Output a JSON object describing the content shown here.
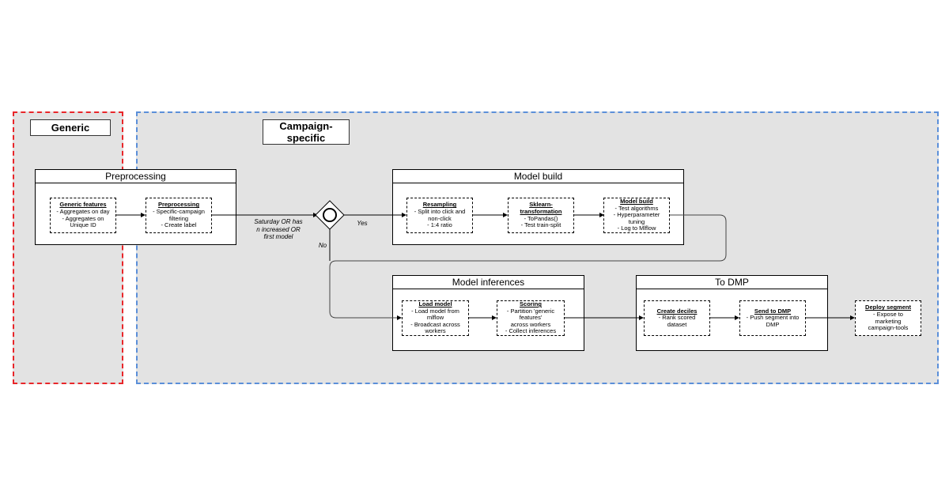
{
  "regions": {
    "generic_label": "Generic",
    "campaign_label": "Campaign-\nspecific"
  },
  "groups": {
    "preprocessing": "Preprocessing",
    "model_build": "Model build",
    "model_inferences": "Model inferences",
    "to_dmp": "To DMP"
  },
  "tasks": {
    "generic_features": {
      "title": "Generic features",
      "body": "- Aggregates on day\n- Aggregates on\nUnique ID"
    },
    "preprocessing": {
      "title": "Preprocessing",
      "body": "- Specific-campaign\nfiltering\n- Create label"
    },
    "resampling": {
      "title": "Resampling",
      "body": "- Split into click and\nnon-click\n- 1:4 ratio"
    },
    "sklearn": {
      "title": "Sklearn-\ntransformation",
      "body": "- ToPandas()\n- Test train-split"
    },
    "model_build": {
      "title": "Model build",
      "body": "- Test algorithms\n- Hyperparameter\ntuning\n- Log to Mlflow"
    },
    "load_model": {
      "title": "Load model",
      "body": "- Load model from\nmlflow\n- Broadcast across\nworkers"
    },
    "scoring": {
      "title": "Scoring",
      "body": "- Partition 'generic\nfeatures'\nacross workers\n- Collect inferences"
    },
    "create_deciles": {
      "title": "Create deciles",
      "body": "- Rank scored\ndataset"
    },
    "send_to_dmp": {
      "title": "Send to DMP",
      "body": "- Push segment into\nDMP"
    },
    "deploy_segment": {
      "title": "Deploy segment",
      "body": "- Expose to\nmarketing\ncampaign-tools"
    }
  },
  "gateway": {
    "condition": "Saturday OR has\nn increased OR\nfirst model",
    "yes_label": "Yes",
    "no_label": "No"
  },
  "colors": {
    "generic_border": "#e8262a",
    "campaign_border": "#5b8fd9",
    "region_fill": "#e3e3e3"
  }
}
